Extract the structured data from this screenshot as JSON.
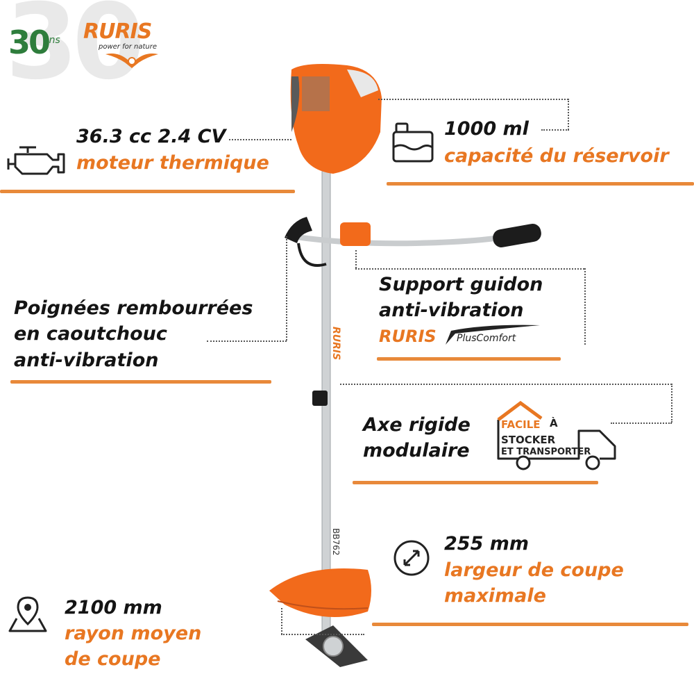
{
  "brand": {
    "anniversary_number": "30",
    "anniversary_word": "ans",
    "logo_name": "RURIS",
    "logo_tagline": "power for nature",
    "accent_color": "#e87722",
    "green_color": "#2e7d3c"
  },
  "features": {
    "engine": {
      "value": "36.3 cc 2.4 CV",
      "label": "moteur thermique",
      "icon": "engine-icon"
    },
    "tank": {
      "value": "1000 ml",
      "label": "capacité du réservoir",
      "icon": "fuel-tank-icon"
    },
    "handles": {
      "line1": "Poignées rembourrées",
      "line2": "en caoutchouc",
      "line3": "anti-vibration"
    },
    "handlebar": {
      "line1": "Support guidon",
      "line2": "anti-vibration",
      "brand": "RURIS",
      "brand_suffix": "PlusComfort"
    },
    "shaft": {
      "line1": "Axe rigide",
      "line2": "modulaire",
      "badge_line1": "FACILE",
      "badge_line1b": "À",
      "badge_line2": "STOCKER",
      "badge_line3": "ET TRANSPORTER",
      "icon": "house-truck-icon"
    },
    "cutting_width": {
      "value": "255 mm",
      "line1": "largeur de coupe",
      "line2": "maximale",
      "icon": "diagonal-arrows-icon"
    },
    "cutting_radius": {
      "value": "2100 mm",
      "line1": "rayon moyen",
      "line2": "de coupe",
      "icon": "map-pin-icon"
    }
  },
  "product": {
    "shaft_text": "RURIS",
    "model_text": "BB762"
  }
}
